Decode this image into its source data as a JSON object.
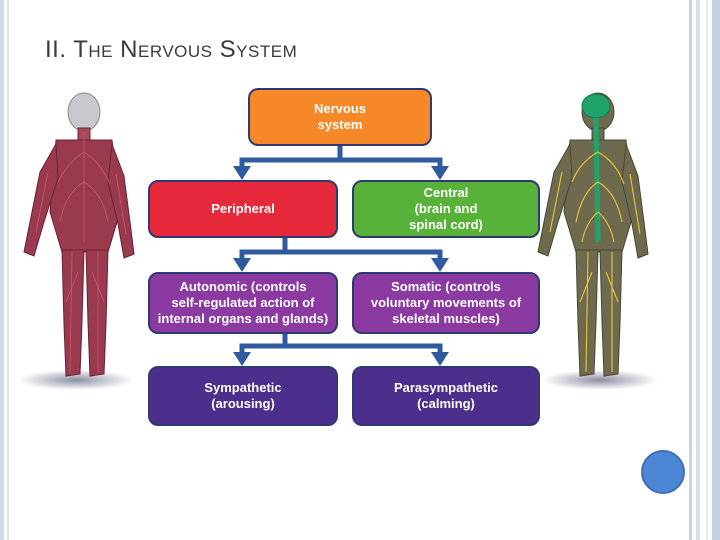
{
  "slide": {
    "title": "II. The Nervous System"
  },
  "diagram": {
    "nodes": {
      "nervous_system": "Nervous\nsystem",
      "peripheral": "Peripheral",
      "central": "Central\n(brain and\nspinal cord)",
      "autonomic": "Autonomic (controls\nself-regulated action of\ninternal organs and glands)",
      "somatic": "Somatic (controls\nvoluntary movements of\nskeletal muscles)",
      "sympathetic": "Sympathetic\n(arousing)",
      "parasympathetic": "Parasympathetic\n(calming)"
    },
    "edges": [
      {
        "from": "nervous_system",
        "to": "peripheral"
      },
      {
        "from": "nervous_system",
        "to": "central"
      },
      {
        "from": "peripheral",
        "to": "autonomic"
      },
      {
        "from": "peripheral",
        "to": "somatic"
      },
      {
        "from": "autonomic",
        "to": "sympathetic"
      },
      {
        "from": "autonomic",
        "to": "parasympathetic"
      }
    ],
    "colors": {
      "nervous_system": "#f5892a",
      "peripheral": "#e5283a",
      "central": "#58b23a",
      "autonomic": "#8a3aa0",
      "somatic": "#8a3aa0",
      "sympathetic": "#4c2f8c",
      "parasympathetic": "#4c2f8c",
      "connector": "#2f5aa0"
    }
  },
  "illustrations": {
    "left_figure": "human-body-peripheral-nerves",
    "right_figure": "human-body-central-nervous-system"
  }
}
